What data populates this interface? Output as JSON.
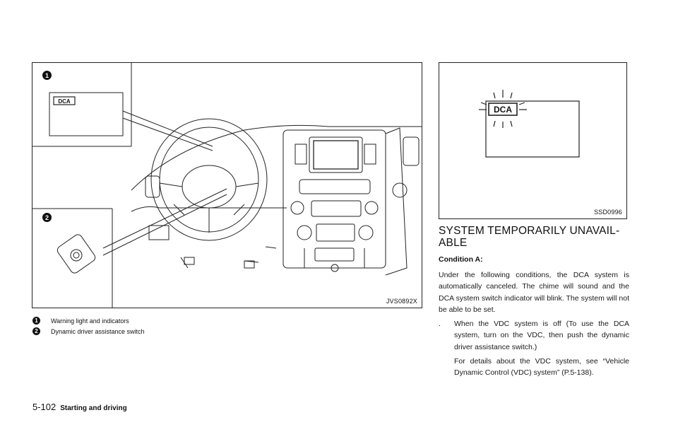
{
  "figure_left": {
    "code": "JVS0892X",
    "callout_1": "1",
    "callout_2": "2",
    "dca_label": "DCA"
  },
  "figure_right": {
    "code": "SSD0996",
    "dca_label": "DCA"
  },
  "captions": [
    {
      "num": "1",
      "text": "Warning light and indicators"
    },
    {
      "num": "2",
      "text": "Dynamic driver assistance switch"
    }
  ],
  "section": {
    "title_line1": "SYSTEM TEMPORARILY UNAVAIL-",
    "title_line2": "ABLE",
    "condition": "Condition A:",
    "paragraph": "Under the following conditions, the DCA system is automatically canceled. The chime will sound and the DCA system switch indicator will blink. The system will not be able to be set.",
    "bullet_mark": ".",
    "bullet_text": "When the VDC system is off (To use the DCA system, turn on the VDC, then push the dynamic driver assistance switch.)",
    "bullet_sub": "For details about the VDC system, see “Vehicle Dynamic Control (VDC) system” (P.5-138)."
  },
  "footer": {
    "page": "5-102",
    "section": "Starting and driving"
  }
}
